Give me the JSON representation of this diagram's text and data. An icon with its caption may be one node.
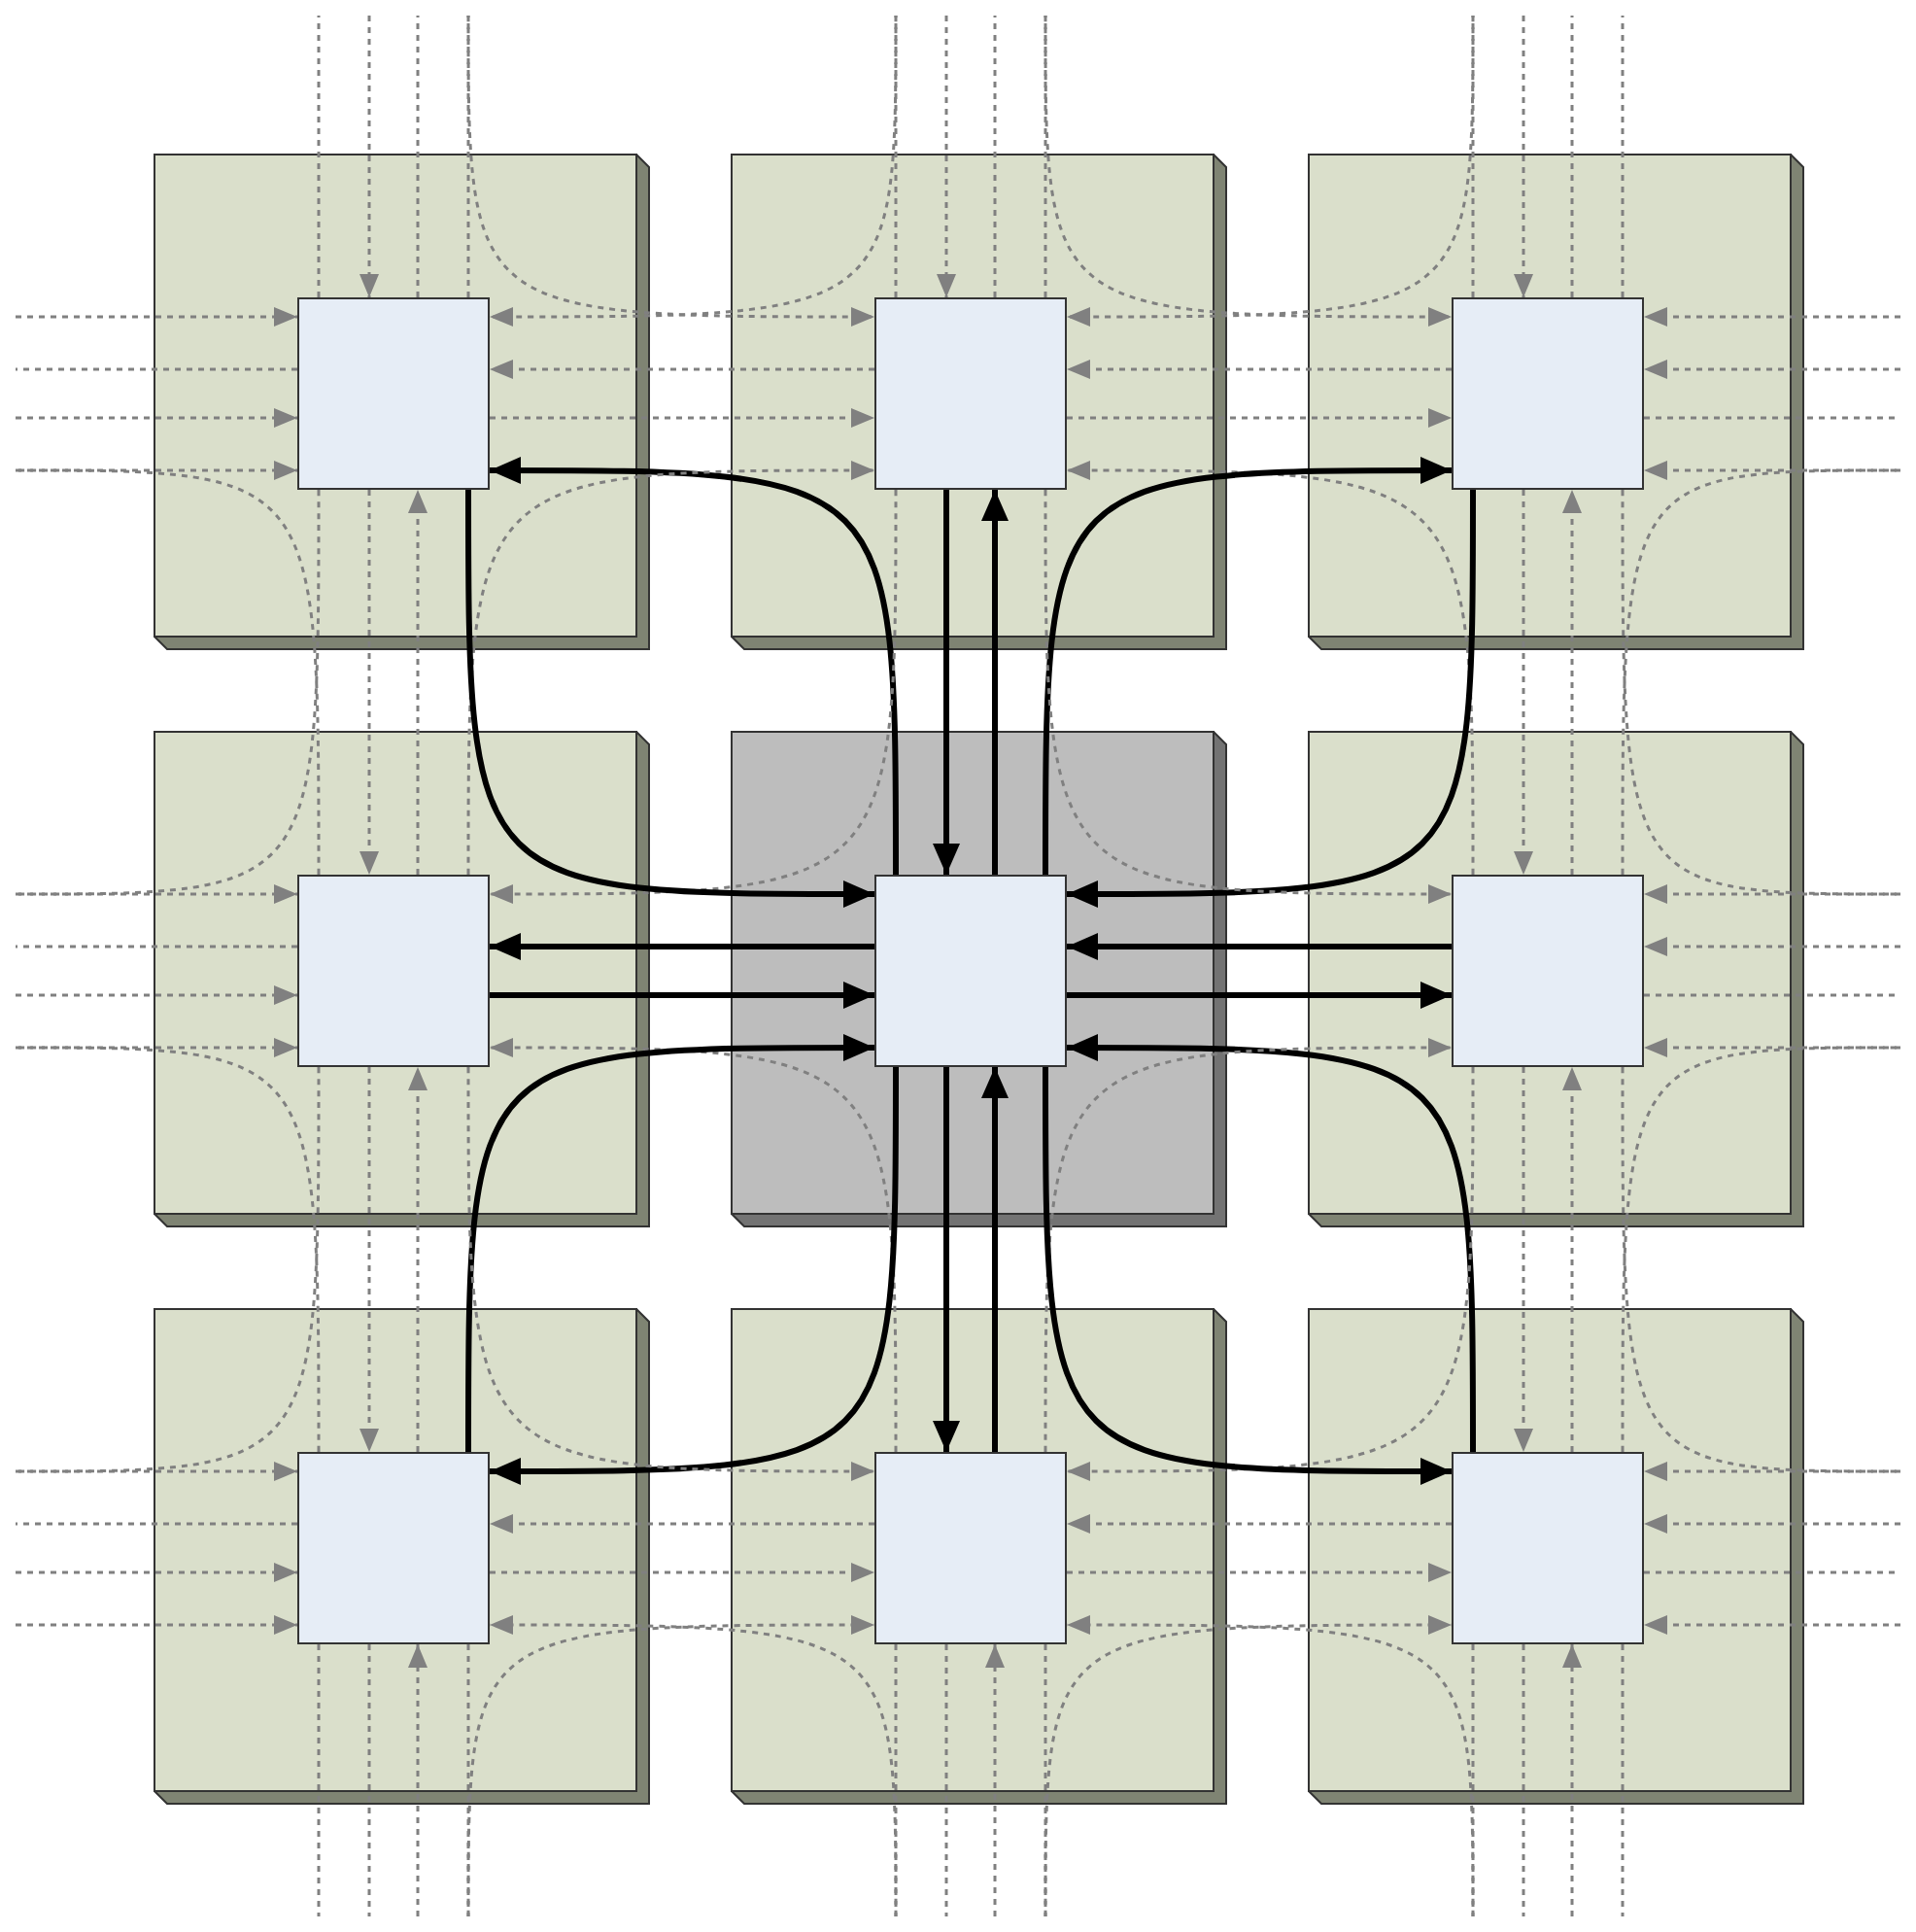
{
  "diagram": {
    "nodes": [
      {
        "text": [],
        "shape": "box"
      },
      {
        "text": [],
        "shape": "box",
        "in": 0
      },
      {
        "text": [],
        "shape": "box"
      },
      {
        "text": [],
        "shape": "box",
        "in": 2
      },
      {
        "text": [],
        "shape": "box"
      },
      {
        "text": [],
        "shape": "box",
        "in": 4
      },
      {
        "text": [],
        "shape": "box"
      },
      {
        "text": [],
        "shape": "box",
        "in": 6
      },
      {
        "text": [],
        "shape": "box"
      },
      {
        "text": [],
        "shape": "box",
        "in": 8
      },
      {
        "text": [],
        "shape": "box"
      },
      {
        "text": [],
        "shape": "box",
        "in": 10
      },
      {
        "text": [],
        "shape": "box"
      },
      {
        "text": [],
        "shape": "box",
        "in": 12
      },
      {
        "text": [],
        "shape": "box"
      },
      {
        "text": [],
        "shape": "box",
        "in": 14
      },
      {
        "text": [],
        "shape": "box"
      },
      {
        "text": [],
        "shape": "box",
        "in": 16
      }
    ],
    "edges": [
      {
        "from": null,
        "to": 1,
        "arrow": "to",
        "style": "dashed"
      },
      {
        "from": null,
        "to": 1,
        "arrow": "to",
        "style": "dashed"
      },
      {
        "from": 3,
        "to": 1,
        "arrow": "to",
        "style": "dashed"
      },
      {
        "from": 9,
        "to": 1,
        "arrow": "to",
        "style": "thick",
        "color": "#000000"
      },
      {
        "from": 7,
        "to": 1,
        "arrow": "to",
        "style": "dashed"
      },
      {
        "from": null,
        "to": 1,
        "arrow": "to",
        "style": "dashed"
      },
      {
        "from": null,
        "to": 1,
        "arrow": "to",
        "style": "dashed"
      },
      {
        "from": null,
        "to": 1,
        "arrow": "to",
        "style": "dashed"
      },
      {
        "from": null,
        "to": 3,
        "arrow": "to",
        "style": "dashed"
      },
      {
        "from": null,
        "to": 3,
        "arrow": "to",
        "style": "dashed"
      },
      {
        "from": 5,
        "to": 3,
        "arrow": "to",
        "style": "dashed"
      },
      {
        "from": 11,
        "to": 3,
        "arrow": "to",
        "style": "dashed"
      },
      {
        "from": 9,
        "to": 3,
        "arrow": "to",
        "style": "thick",
        "color": "#000000"
      },
      {
        "from": 7,
        "to": 3,
        "arrow": "to",
        "style": "dashed"
      },
      {
        "from": 1,
        "to": 3,
        "arrow": "to",
        "style": "dashed"
      },
      {
        "from": null,
        "to": 3,
        "arrow": "to",
        "style": "dashed"
      },
      {
        "from": null,
        "to": 5,
        "arrow": "to",
        "style": "dashed"
      },
      {
        "from": null,
        "to": 5,
        "arrow": "to",
        "style": "dashed"
      },
      {
        "from": null,
        "to": 5,
        "arrow": "to",
        "style": "dashed"
      },
      {
        "from": null,
        "to": 5,
        "arrow": "to",
        "style": "dashed"
      },
      {
        "from": 11,
        "to": 5,
        "arrow": "to",
        "style": "dashed"
      },
      {
        "from": 9,
        "to": 5,
        "arrow": "to",
        "style": "thick",
        "color": "#000000"
      },
      {
        "from": 3,
        "to": 5,
        "arrow": "to",
        "style": "dashed"
      },
      {
        "from": null,
        "to": 5,
        "arrow": "to",
        "style": "dashed"
      },
      {
        "from": 1,
        "to": 7,
        "arrow": "to",
        "style": "dashed"
      },
      {
        "from": 3,
        "to": 7,
        "arrow": "to",
        "style": "dashed"
      },
      {
        "from": 9,
        "to": 7,
        "arrow": "to",
        "style": "thick",
        "color": "#000000"
      },
      {
        "from": 15,
        "to": 7,
        "arrow": "to",
        "style": "dashed"
      },
      {
        "from": 13,
        "to": 7,
        "arrow": "to",
        "style": "dashed"
      },
      {
        "from": null,
        "to": 7,
        "arrow": "to",
        "style": "dashed"
      },
      {
        "from": null,
        "to": 7,
        "arrow": "to",
        "style": "dashed"
      },
      {
        "from": null,
        "to": 7,
        "arrow": "to",
        "style": "dashed"
      },
      {
        "from": 3,
        "to": 9,
        "arrow": "to",
        "style": "thick",
        "color": "#000000"
      },
      {
        "from": 5,
        "to": 9,
        "arrow": "to",
        "style": "thick",
        "color": "#000000"
      },
      {
        "from": 11,
        "to": 9,
        "arrow": "to",
        "style": "thick",
        "color": "#000000"
      },
      {
        "from": 17,
        "to": 9,
        "arrow": "to",
        "style": "thick",
        "color": "#000000"
      },
      {
        "from": 15,
        "to": 9,
        "arrow": "to",
        "style": "thick",
        "color": "#000000"
      },
      {
        "from": 13,
        "to": 9,
        "arrow": "to",
        "style": "thick",
        "color": "#000000"
      },
      {
        "from": 7,
        "to": 9,
        "arrow": "to",
        "style": "thick",
        "color": "#000000"
      },
      {
        "from": 1,
        "to": 9,
        "arrow": "to",
        "style": "thick",
        "color": "#000000"
      },
      {
        "from": 5,
        "to": 11,
        "arrow": "to",
        "style": "dashed"
      },
      {
        "from": null,
        "to": 11,
        "arrow": "to",
        "style": "dashed"
      },
      {
        "from": null,
        "to": 11,
        "arrow": "to",
        "style": "dashed"
      },
      {
        "from": null,
        "to": 11,
        "arrow": "to",
        "style": "dashed"
      },
      {
        "from": 17,
        "to": 11,
        "arrow": "to",
        "style": "dashed"
      },
      {
        "from": 15,
        "to": 11,
        "arrow": "to",
        "style": "dashed"
      },
      {
        "from": 9,
        "to": 11,
        "arrow": "to",
        "style": "thick",
        "color": "#000000"
      },
      {
        "from": 3,
        "to": 11,
        "arrow": "to",
        "style": "dashed"
      },
      {
        "from": 7,
        "to": 13,
        "arrow": "to",
        "style": "dashed"
      },
      {
        "from": 9,
        "to": 13,
        "arrow": "to",
        "style": "thick",
        "color": "#000000"
      },
      {
        "from": 15,
        "to": 13,
        "arrow": "to",
        "style": "dashed"
      },
      {
        "from": null,
        "to": 13,
        "arrow": "to",
        "style": "dashed"
      },
      {
        "from": null,
        "to": 13,
        "arrow": "to",
        "style": "dashed"
      },
      {
        "from": null,
        "to": 13,
        "arrow": "to",
        "style": "dashed"
      },
      {
        "from": null,
        "to": 13,
        "arrow": "to",
        "style": "dashed"
      },
      {
        "from": null,
        "to": 13,
        "arrow": "to",
        "style": "dashed"
      },
      {
        "from": 9,
        "to": 15,
        "arrow": "to",
        "style": "thick",
        "color": "#000000"
      },
      {
        "from": 11,
        "to": 15,
        "arrow": "to",
        "style": "dashed"
      },
      {
        "from": 17,
        "to": 15,
        "arrow": "to",
        "style": "dashed"
      },
      {
        "from": null,
        "to": 15,
        "arrow": "to",
        "style": "dashed"
      },
      {
        "from": null,
        "to": 15,
        "arrow": "to",
        "style": "dashed"
      },
      {
        "from": null,
        "to": 15,
        "arrow": "to",
        "style": "dashed"
      },
      {
        "from": 13,
        "to": 15,
        "arrow": "to",
        "style": "dashed"
      },
      {
        "from": 7,
        "to": 15,
        "arrow": "to",
        "style": "dashed"
      },
      {
        "from": 11,
        "to": 17,
        "arrow": "to",
        "style": "dashed"
      },
      {
        "from": null,
        "to": 17,
        "arrow": "to",
        "style": "dashed"
      },
      {
        "from": null,
        "to": 17,
        "arrow": "to",
        "style": "dashed"
      },
      {
        "from": null,
        "to": 17,
        "arrow": "to",
        "style": "dashed"
      },
      {
        "from": null,
        "to": 17,
        "arrow": "to",
        "style": "dashed"
      },
      {
        "from": null,
        "to": 17,
        "arrow": "to",
        "style": "dashed"
      },
      {
        "from": 15,
        "to": 17,
        "arrow": "to",
        "style": "dashed"
      },
      {
        "from": 9,
        "to": 17,
        "arrow": "to",
        "style": "thick",
        "color": "#000000"
      },
      {
        "from": 1,
        "to": null,
        "arrow": "none",
        "style": "dashed"
      },
      {
        "from": 1,
        "to": null,
        "arrow": "none",
        "style": "dashed"
      },
      {
        "from": 1,
        "to": null,
        "arrow": "none",
        "style": "dashed"
      },
      {
        "from": 1,
        "to": null,
        "arrow": "none",
        "style": "dashed"
      },
      {
        "from": 1,
        "to": null,
        "arrow": "none",
        "style": "dashed"
      },
      {
        "from": 3,
        "to": null,
        "arrow": "none",
        "style": "dashed"
      },
      {
        "from": 3,
        "to": null,
        "arrow": "none",
        "style": "dashed"
      },
      {
        "from": 3,
        "to": null,
        "arrow": "none",
        "style": "dashed"
      },
      {
        "from": 5,
        "to": null,
        "arrow": "none",
        "style": "dashed"
      },
      {
        "from": 5,
        "to": null,
        "arrow": "none",
        "style": "dashed"
      },
      {
        "from": 5,
        "to": null,
        "arrow": "none",
        "style": "dashed"
      },
      {
        "from": 5,
        "to": null,
        "arrow": "none",
        "style": "dashed"
      },
      {
        "from": 5,
        "to": null,
        "arrow": "none",
        "style": "dashed"
      },
      {
        "from": 7,
        "to": null,
        "arrow": "none",
        "style": "dashed"
      },
      {
        "from": 7,
        "to": null,
        "arrow": "none",
        "style": "dashed"
      },
      {
        "from": 7,
        "to": null,
        "arrow": "none",
        "style": "dashed"
      },
      {
        "from": 11,
        "to": null,
        "arrow": "none",
        "style": "dashed"
      },
      {
        "from": 11,
        "to": null,
        "arrow": "none",
        "style": "dashed"
      },
      {
        "from": 11,
        "to": null,
        "arrow": "none",
        "style": "dashed"
      },
      {
        "from": 13,
        "to": null,
        "arrow": "none",
        "style": "dashed"
      },
      {
        "from": 13,
        "to": null,
        "arrow": "none",
        "style": "dashed"
      },
      {
        "from": 13,
        "to": null,
        "arrow": "none",
        "style": "dashed"
      },
      {
        "from": 13,
        "to": null,
        "arrow": "none",
        "style": "dashed"
      },
      {
        "from": 13,
        "to": null,
        "arrow": "none",
        "style": "dashed"
      },
      {
        "from": 15,
        "to": null,
        "arrow": "none",
        "style": "dashed"
      },
      {
        "from": 15,
        "to": null,
        "arrow": "none",
        "style": "dashed"
      },
      {
        "from": 15,
        "to": null,
        "arrow": "none",
        "style": "dashed"
      },
      {
        "from": 17,
        "to": null,
        "arrow": "none",
        "style": "dashed"
      },
      {
        "from": 17,
        "to": null,
        "arrow": "none",
        "style": "dashed"
      },
      {
        "from": 17,
        "to": null,
        "arrow": "none",
        "style": "dashed"
      },
      {
        "from": 17,
        "to": null,
        "arrow": "none",
        "style": "dashed"
      },
      {
        "from": 17,
        "to": null,
        "arrow": "none",
        "style": "dashed"
      }
    ]
  }
}
